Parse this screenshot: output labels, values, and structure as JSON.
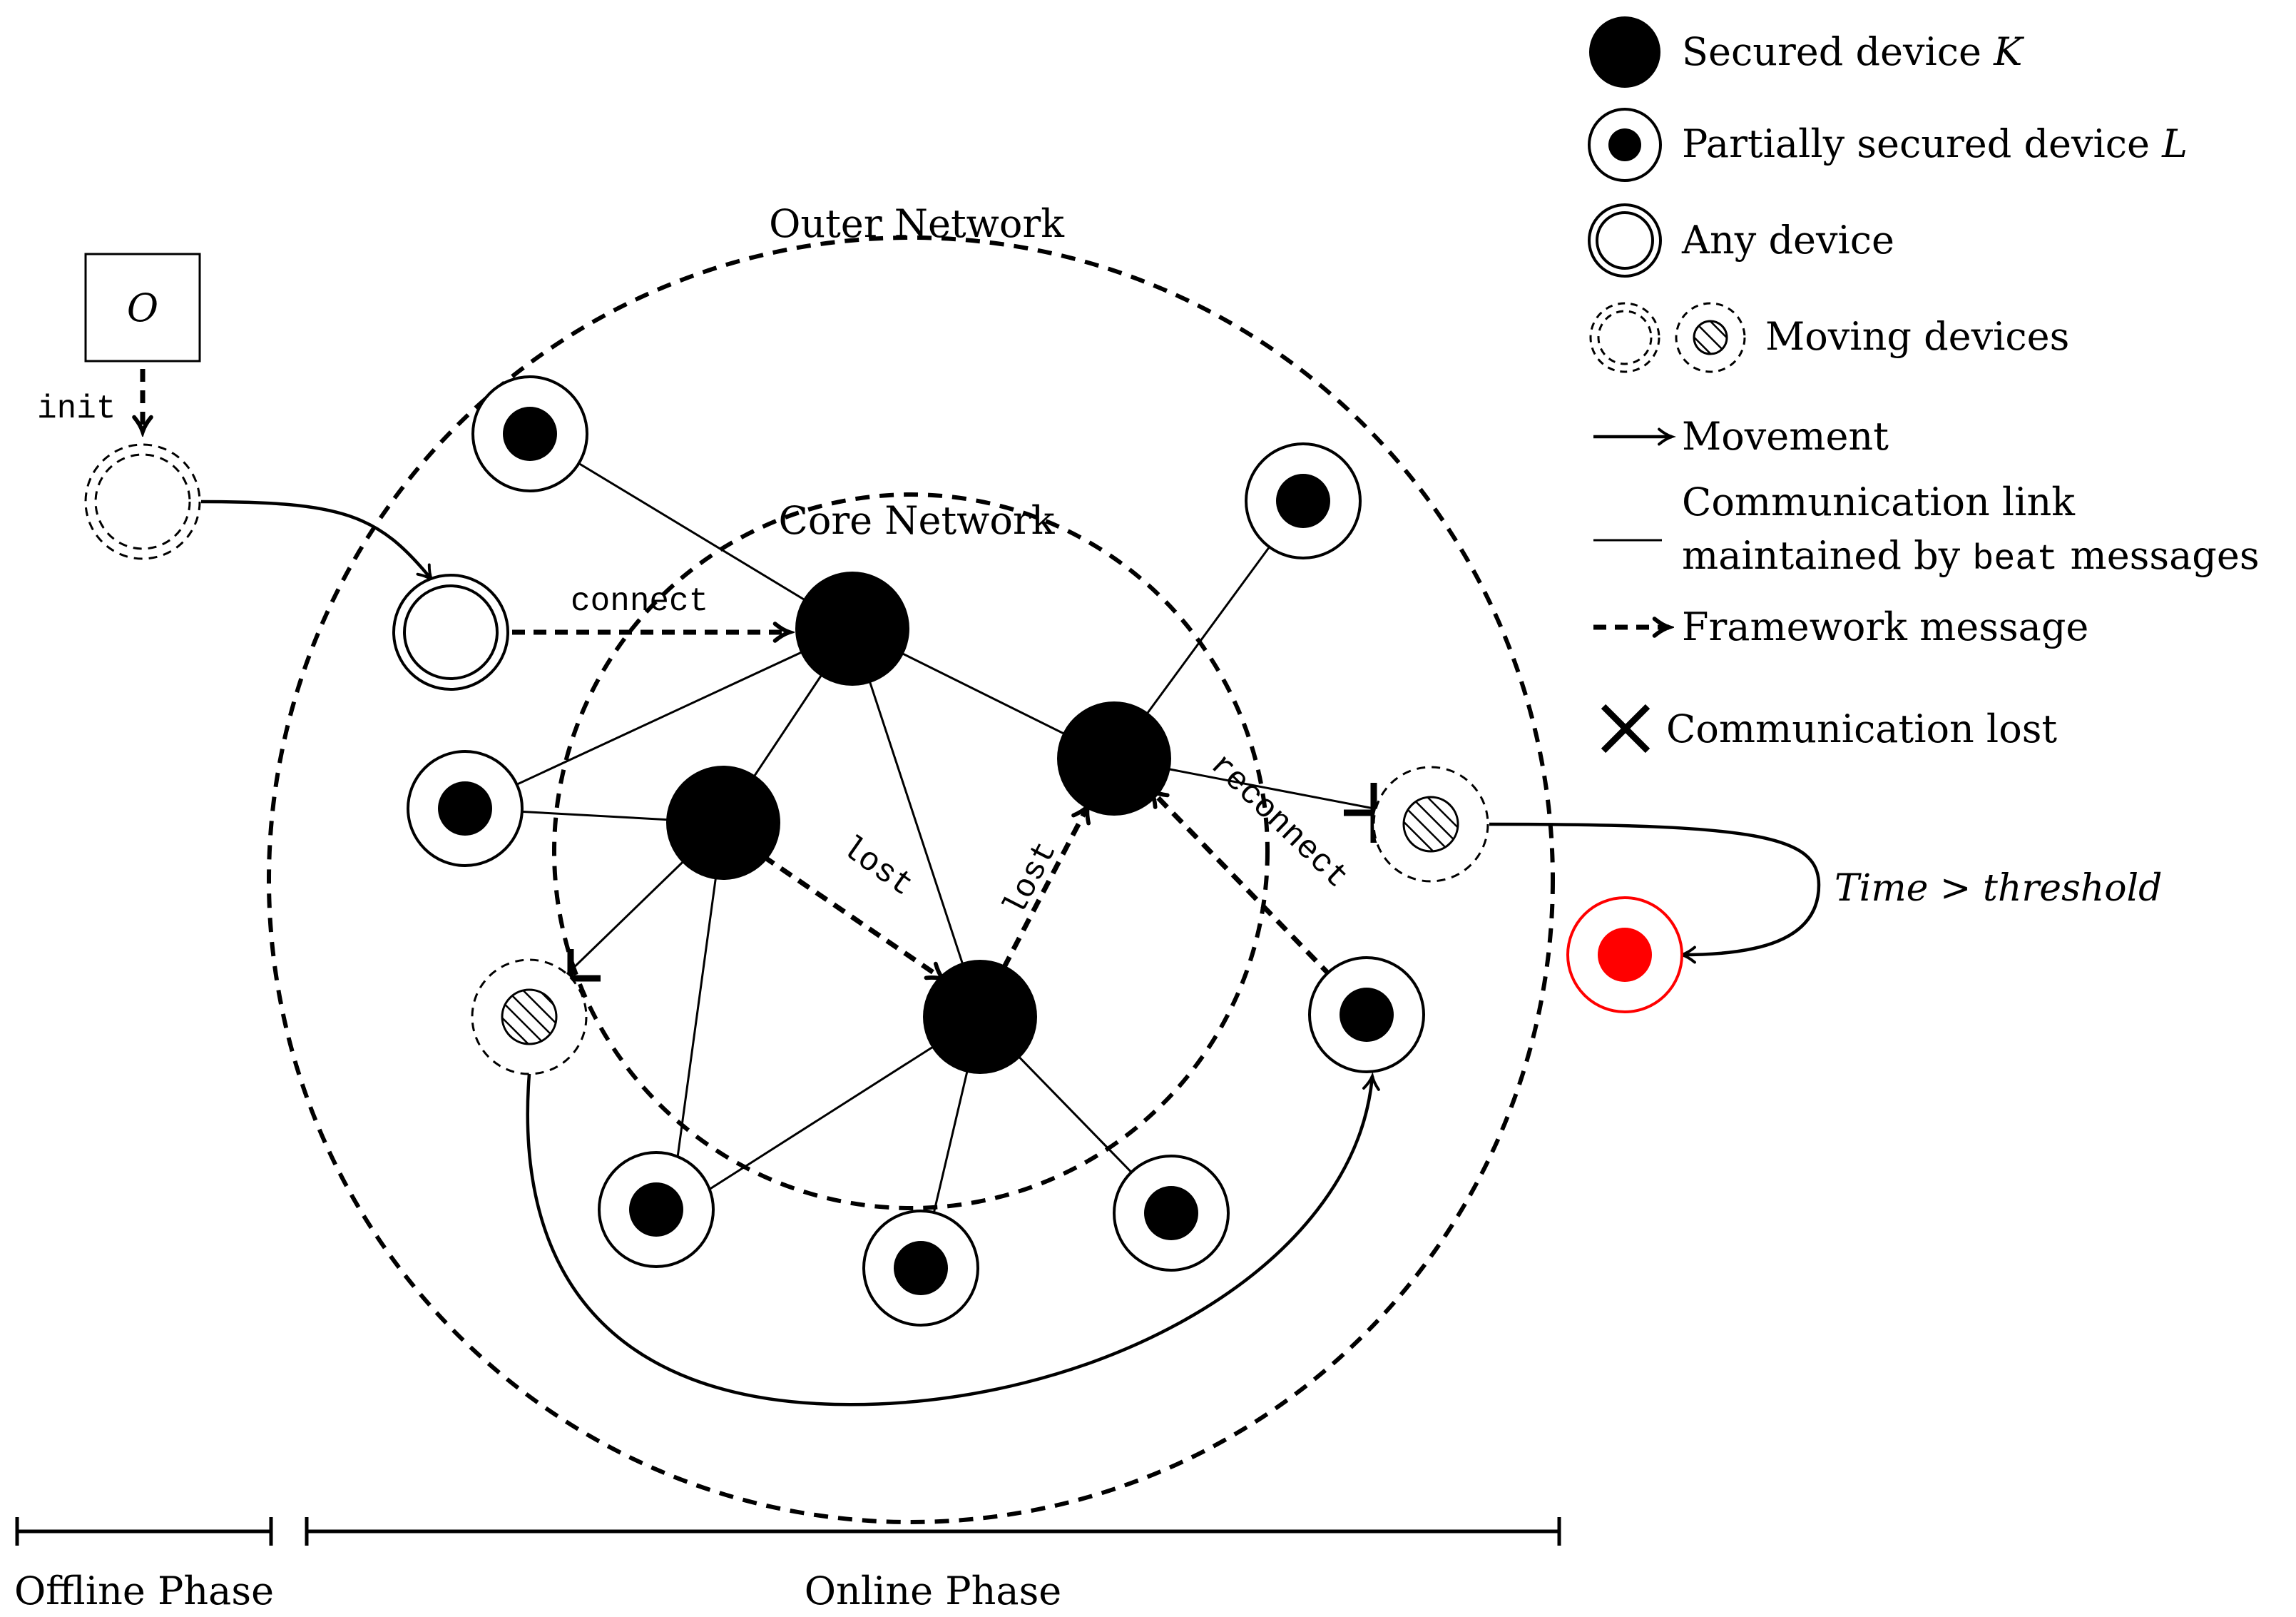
{
  "colors": {
    "ink": "#000000",
    "alert": "#ff0000",
    "background": "#ffffff"
  },
  "legend": {
    "secured": "Secured device ",
    "secured_var": "K",
    "partial": "Partially secured device ",
    "partial_var": "L",
    "any": "Any device",
    "moving": "Moving devices",
    "movement": "Movement",
    "comm_line1": "Communication link",
    "comm_line2_a": "maintained by ",
    "comm_line2_code": "beat",
    "comm_line2_b": " messages",
    "framework": "Framework message",
    "lost": "Communication lost"
  },
  "network": {
    "outer_label": "Outer Network",
    "core_label": "Core Network"
  },
  "origin": {
    "label": "O"
  },
  "messages": {
    "init": "init",
    "connect": "connect",
    "lost_1": "lost",
    "lost_2": "lost",
    "reconnect": "reconnect"
  },
  "timeout": {
    "time": "Time",
    "op": " > ",
    "threshold": "threshold"
  },
  "phases": {
    "offline": "Offline Phase",
    "online": "Online Phase"
  },
  "icons": [
    "cross-icon",
    "hatched-disc-icon",
    "arrowhead-icon"
  ]
}
